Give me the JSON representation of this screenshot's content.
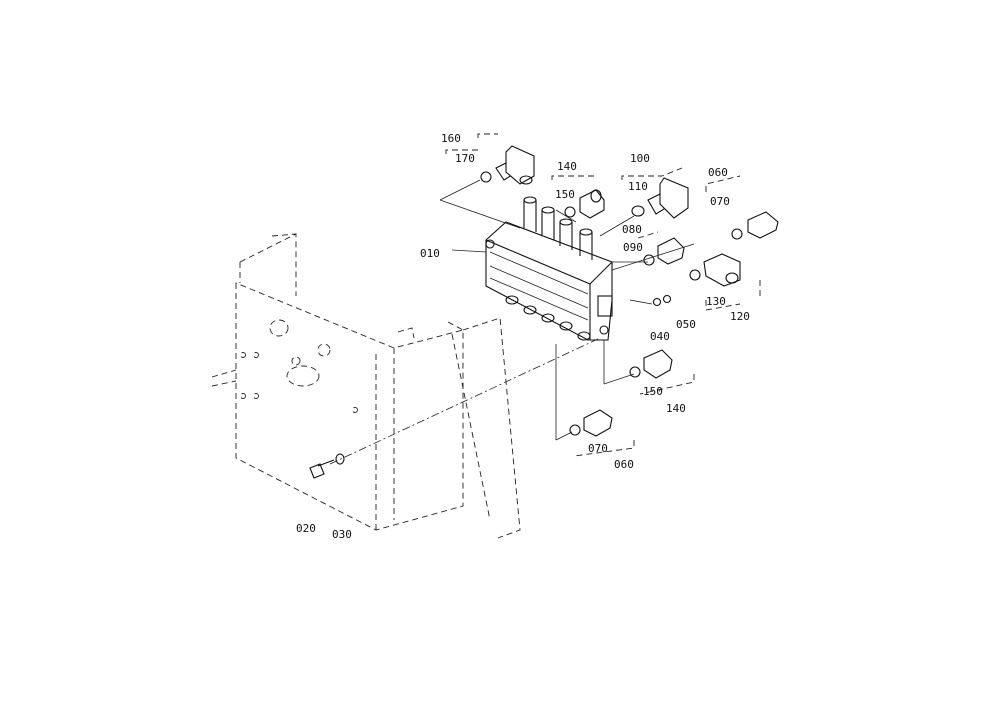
{
  "diagram": {
    "callouts": {
      "c010": "010",
      "c020": "020",
      "c030": "030",
      "c040": "040",
      "c050": "050",
      "c060a": "060",
      "c060b": "060",
      "c070a": "070",
      "c070b": "070",
      "c080": "080",
      "c090": "090",
      "c100": "100",
      "c110": "110",
      "c120": "120",
      "c130": "130",
      "c140a": "140",
      "c140b": "140",
      "c150a": "150",
      "c150b": "150",
      "c160": "160",
      "c170": "170"
    }
  }
}
